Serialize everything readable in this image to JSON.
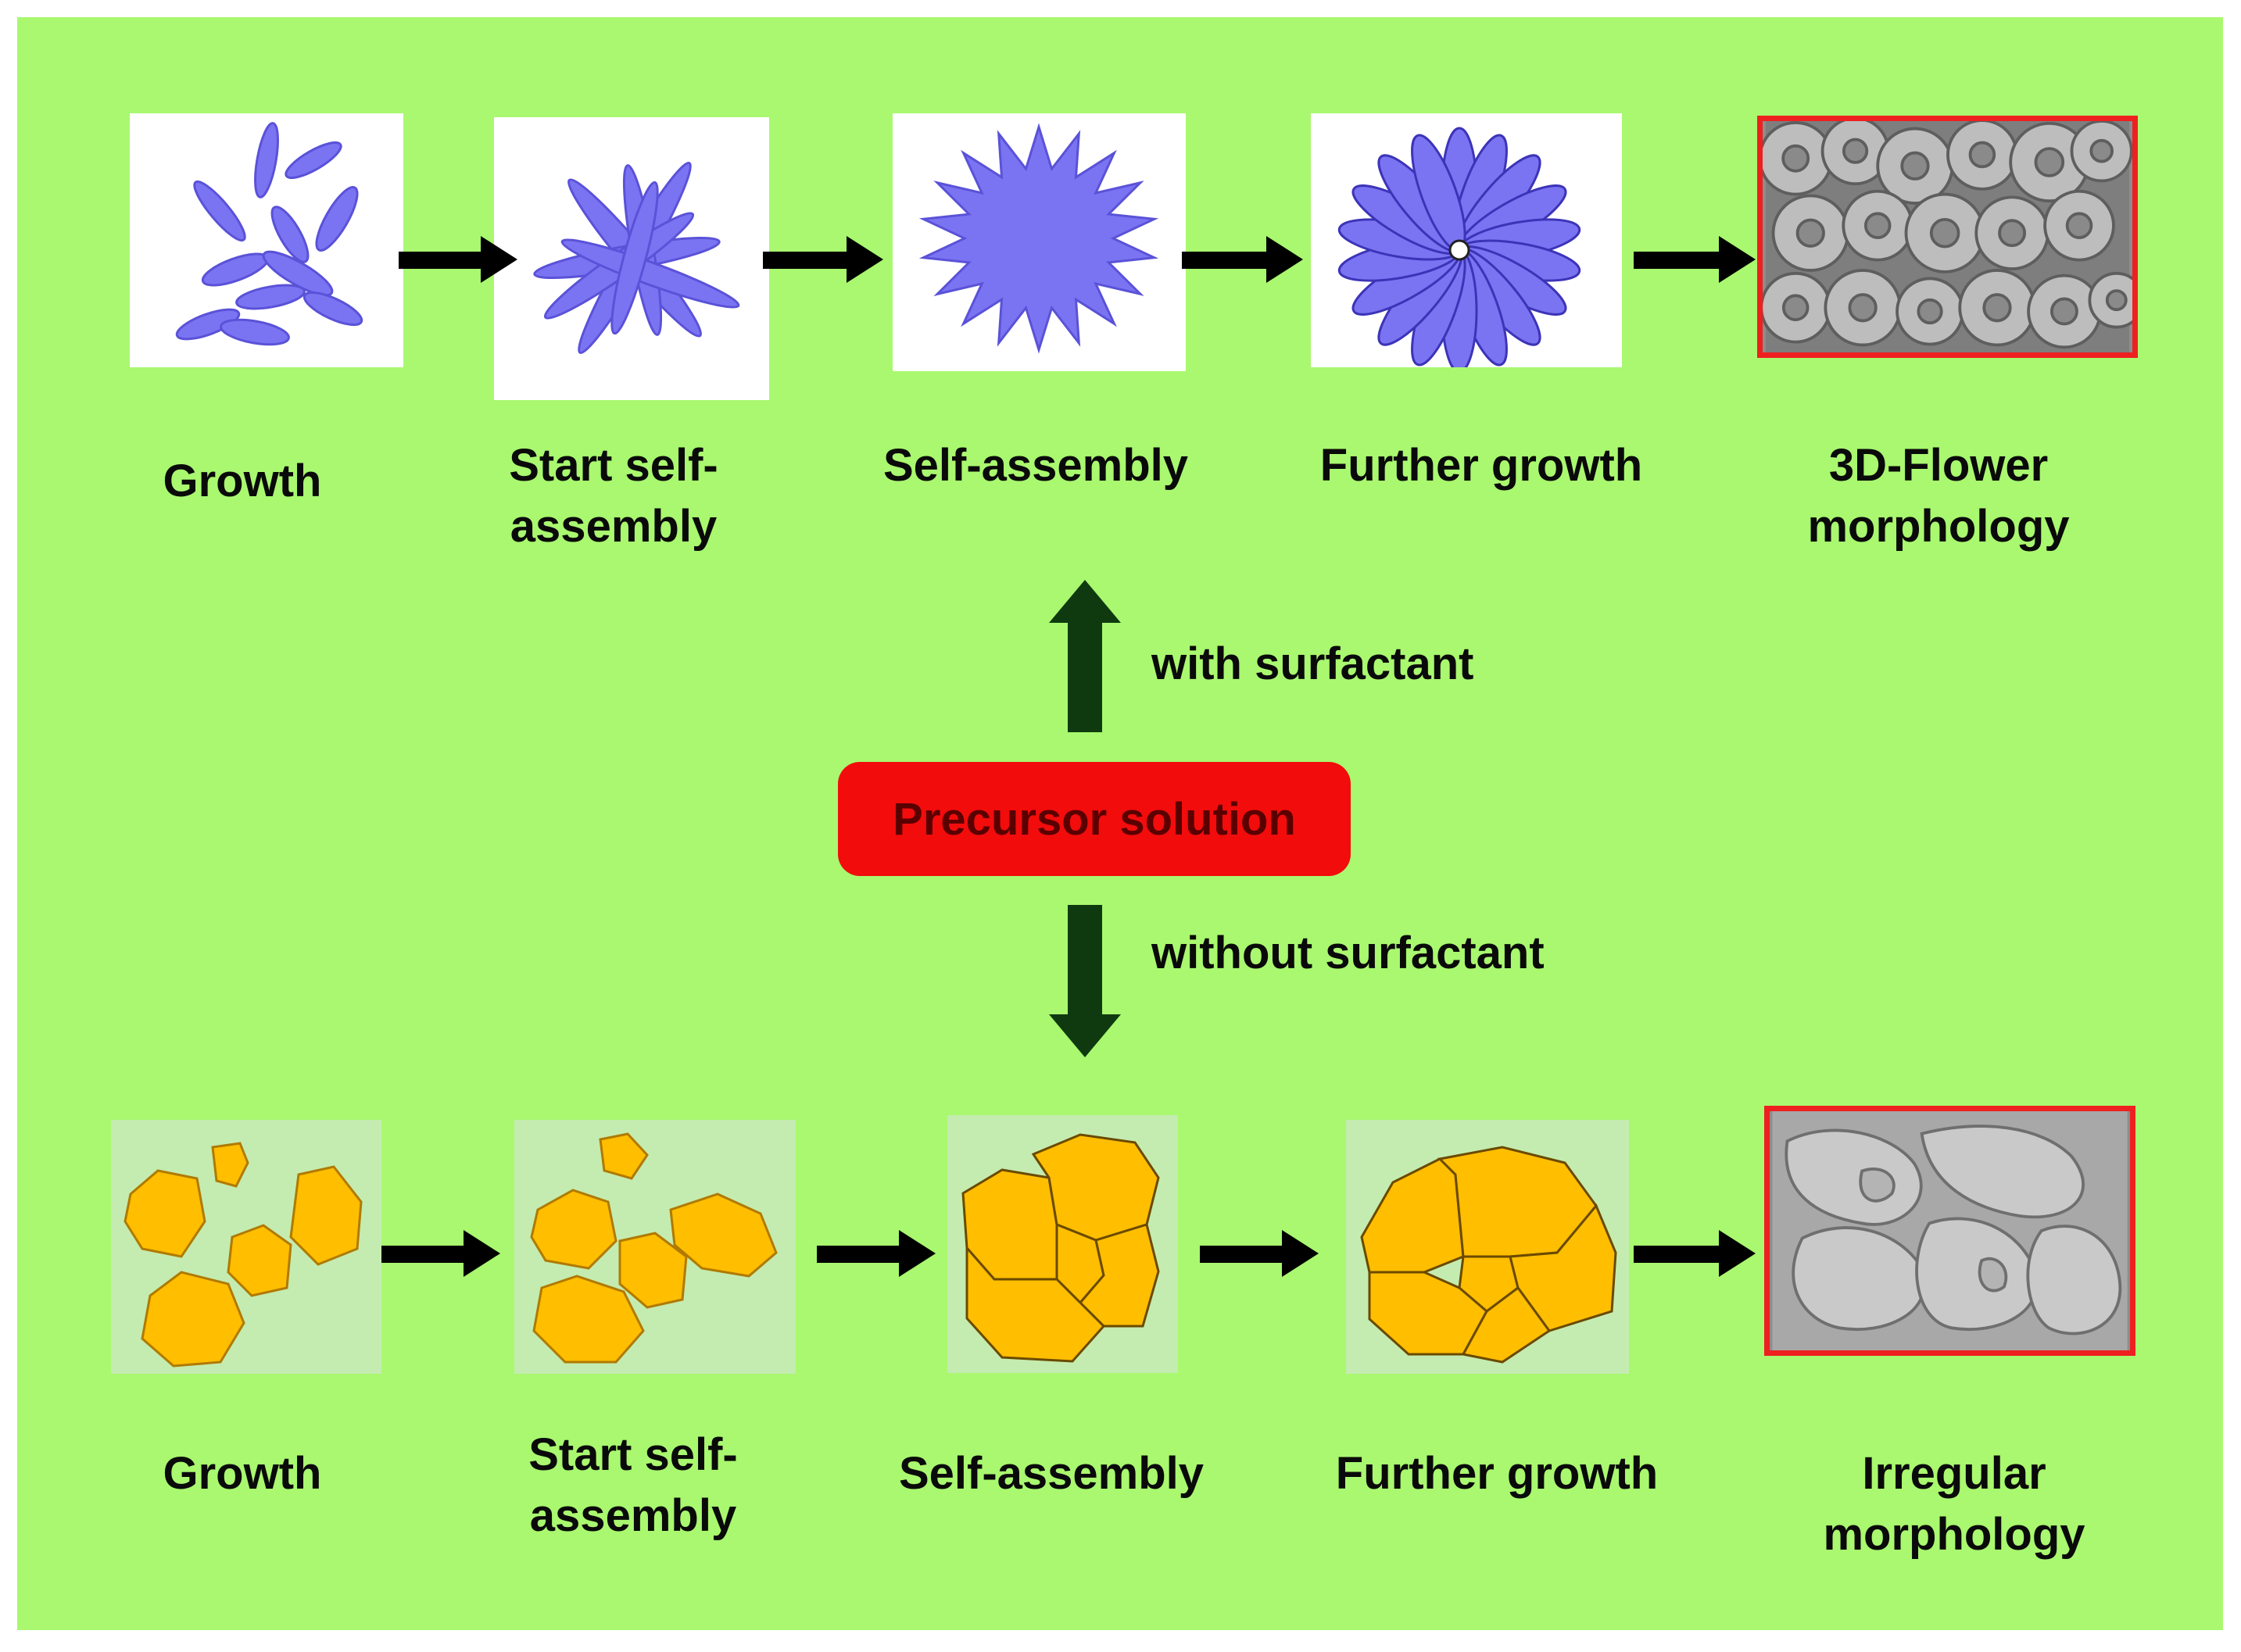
{
  "with_surfactant_path": {
    "stages": [
      {
        "line1": "Growth",
        "line2": ""
      },
      {
        "line1": "Start self-",
        "line2": "assembly"
      },
      {
        "line1": "Self-assembly",
        "line2": ""
      },
      {
        "line1": "Further growth",
        "line2": ""
      },
      {
        "line1": "3D-Flower",
        "line2": "morphology"
      }
    ],
    "shape_color": "#7b74f2"
  },
  "without_surfactant_path": {
    "stages": [
      {
        "line1": "Growth",
        "line2": ""
      },
      {
        "line1": "Start self-",
        "line2": "assembly"
      },
      {
        "line1": "Self-assembly",
        "line2": ""
      },
      {
        "line1": "Further growth",
        "line2": ""
      },
      {
        "line1": "Irregular",
        "line2": "morphology"
      }
    ],
    "shape_color": "#ffbe00"
  },
  "center": {
    "precursor_label": "Precursor solution",
    "with_label": "with surfactant",
    "without_label": "without surfactant"
  },
  "colors": {
    "background": "#a9f86f",
    "precursor_box": "#f20c0c",
    "vertical_arrows": "#0f3a0f",
    "horizontal_arrows": "#000000"
  }
}
